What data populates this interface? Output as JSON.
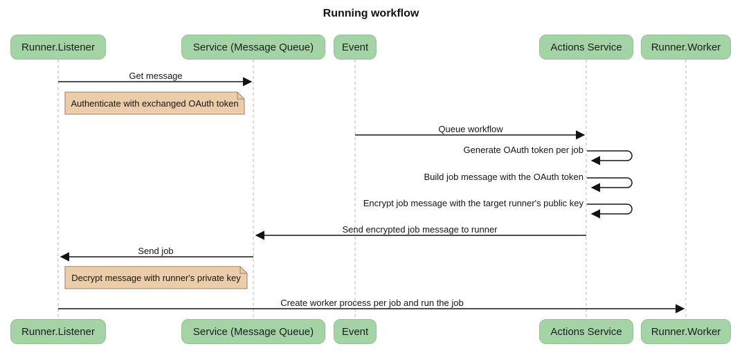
{
  "title": "Running workflow",
  "participants": [
    {
      "label": "Runner.Listener"
    },
    {
      "label": "Service (Message Queue)"
    },
    {
      "label": "Event"
    },
    {
      "label": "Actions Service"
    },
    {
      "label": "Runner.Worker"
    }
  ],
  "messages": [
    {
      "type": "message",
      "label": "Get message",
      "from": "Runner.Listener",
      "to": "Service (Message Queue)"
    },
    {
      "type": "note",
      "label": "Authenticate with exchanged OAuth token",
      "position": "right of Runner.Listener"
    },
    {
      "type": "message",
      "label": "Queue workflow",
      "from": "Event",
      "to": "Actions Service"
    },
    {
      "type": "self",
      "label": "Generate OAuth token per job",
      "on": "Actions Service"
    },
    {
      "type": "self",
      "label": "Build job message with the OAuth token",
      "on": "Actions Service"
    },
    {
      "type": "self",
      "label": "Encrypt job message with the target runner's public key",
      "on": "Actions Service"
    },
    {
      "type": "message",
      "label": "Send encrypted job message to runner",
      "from": "Actions Service",
      "to": "Service (Message Queue)"
    },
    {
      "type": "message",
      "label": "Send job",
      "from": "Service (Message Queue)",
      "to": "Runner.Listener"
    },
    {
      "type": "note",
      "label": "Decrypt message with runner's private key",
      "position": "right of Runner.Listener"
    },
    {
      "type": "message",
      "label": "Create worker process per job and run the job",
      "from": "Runner.Listener",
      "to": "Runner.Worker"
    }
  ],
  "colors": {
    "actor_fill": "#a4d4a6",
    "actor_border": "#8fc193",
    "note_fill": "#eccda9",
    "note_border": "#9e8060",
    "lifeline": "#b5b5b5",
    "arrow": "#141414"
  }
}
